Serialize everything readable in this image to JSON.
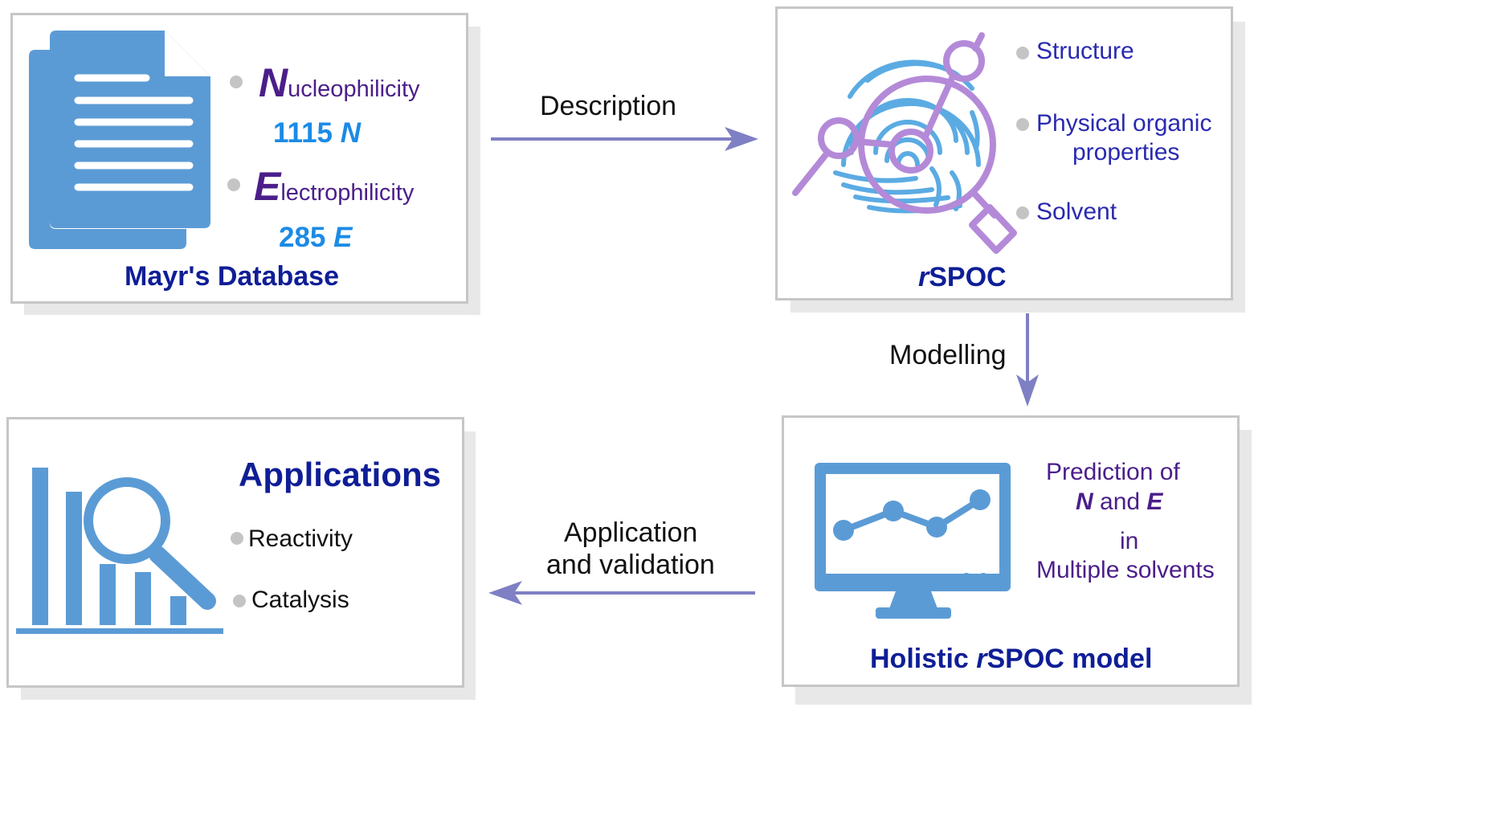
{
  "colors": {
    "icon_blue": "#5b9bd5",
    "fingerprint_blue": "#4aa3e0",
    "magnifier_purple": "#b48ad8",
    "arrow": "#7f7fc4",
    "box_border": "#c6c6c6",
    "title_navy": "#0f1e96",
    "label_purple": "#4b1e8a",
    "count_blue": "#1b8be6",
    "feature_blue": "#2a2ab0"
  },
  "database_box": {
    "title": "Mayr's Database",
    "nucleophilicity": {
      "initial": "N",
      "rest": "ucleophilicity",
      "count": "1115",
      "symbol": "N"
    },
    "electrophilicity": {
      "initial": "E",
      "rest": "lectrophilicity",
      "count": "285",
      "symbol": "E"
    },
    "icon": "documents-icon"
  },
  "rspoc_box": {
    "title_italic": "r",
    "title_rest": "SPOC",
    "features": [
      "Structure",
      "Physical organic",
      "properties",
      "Solvent"
    ],
    "icon": "fingerprint-magnifier-icon"
  },
  "model_box": {
    "title_prefix": "Holistic ",
    "title_italic": "r",
    "title_rest": "SPOC model",
    "line1": "Prediction of",
    "line2_a": "N",
    "line2_b": " and ",
    "line2_c": "E",
    "line3": "in",
    "line4": "Multiple solvents",
    "icon": "monitor-chart-icon"
  },
  "applications_box": {
    "title": "Applications",
    "items": [
      "Reactivity",
      "Catalysis"
    ],
    "icon": "bar-chart-search-icon"
  },
  "arrows": {
    "description": "Description",
    "modelling": "Modelling",
    "application_line1": "Application",
    "application_line2": "and validation"
  }
}
